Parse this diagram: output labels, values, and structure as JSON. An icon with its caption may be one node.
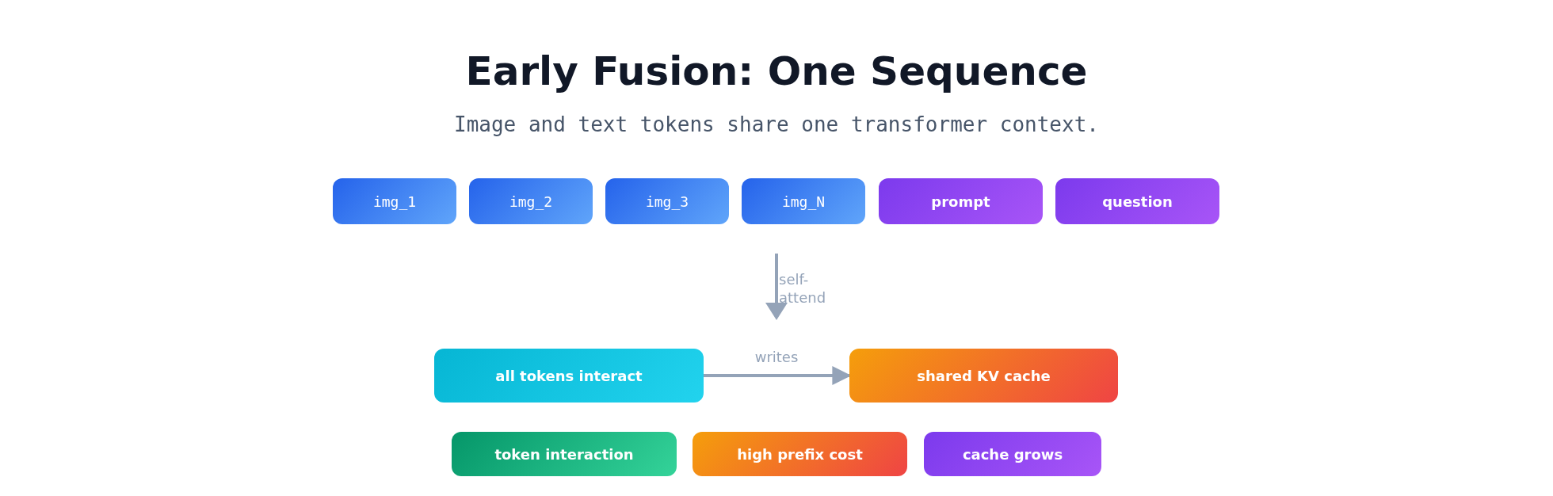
{
  "diagram": {
    "title": "Early Fusion: One Sequence",
    "caption": "Image and text tokens share one transformer context.",
    "nodes": [
      {
        "text": [
          "img_1"
        ]
      },
      {
        "text": [
          "img_2"
        ]
      },
      {
        "text": [
          "img_3"
        ]
      },
      {
        "text": [
          "img_N"
        ]
      },
      {
        "text": [
          "prompt"
        ]
      },
      {
        "text": [
          "question"
        ]
      },
      {
        "text": [
          "all tokens interact"
        ]
      },
      {
        "text": [
          "shared KV cache"
        ]
      },
      {
        "text": [
          "token interaction"
        ]
      },
      {
        "text": [
          "high prefix cost"
        ]
      },
      {
        "text": [
          "cache grows"
        ]
      }
    ],
    "edges": [
      {
        "from": 6,
        "to": 7,
        "arrow": "to",
        "label": "writes"
      }
    ],
    "labels": [
      "self-attend"
    ]
  }
}
